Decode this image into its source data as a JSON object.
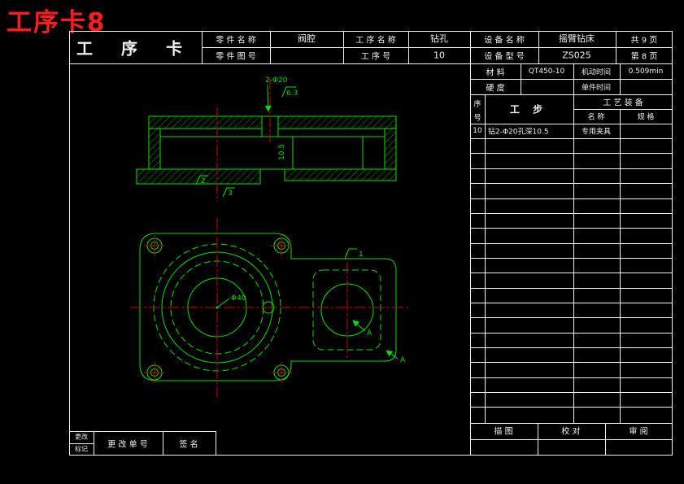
{
  "window": {
    "title": "工序卡8"
  },
  "colors": {
    "background": "#000000",
    "frame": "#f0f0f0",
    "drawing_geometry": "#00e000",
    "hatch": "#00a000",
    "centerline": "#d00000",
    "page_title": "#ff1c1c"
  },
  "title_block": {
    "card_title": "工  序  卡",
    "part_name": {
      "label": "零 件 名 称",
      "value": "阀腔"
    },
    "part_no": {
      "label": "零 件 图 号",
      "value": ""
    },
    "process_name": {
      "label": "工 序 名 称",
      "value": "钻孔"
    },
    "process_no": {
      "label": "工  序  号",
      "value": "10"
    },
    "equip_name": {
      "label": "设 备 名 称",
      "value": "摇臂钻床"
    },
    "equip_model": {
      "label": "设 备 型 号",
      "value": "ZS025"
    },
    "pages_total": "共 9 页",
    "page_current": "第 8 页"
  },
  "spec_rows": {
    "material": {
      "label": "材  料",
      "value": "QT450-10"
    },
    "machine_time": {
      "label": "机动时间",
      "value": "0.509min"
    },
    "hardness": {
      "label": "硬  度",
      "value": ""
    },
    "unit_time": {
      "label": "单件时间",
      "value": ""
    }
  },
  "steps_table": {
    "seq_label_top": "序",
    "seq_label_bottom": "号",
    "step_header": "工  步",
    "tooling_header": "工 艺 装 备",
    "tooling_name_header": "名  称",
    "tooling_spec_header": "规  格",
    "rows": [
      {
        "seq": "10",
        "step": "钻2-Φ20孔深10.5",
        "tooling_name": "专用夹具",
        "tooling_spec": ""
      }
    ]
  },
  "signature_block": {
    "tracing": "描  图",
    "proofread": "校  对",
    "review": "审  阅"
  },
  "revision_block": {
    "mark_top": "更改",
    "mark_bottom": "标记",
    "order_label": "更 改 单 号",
    "sign_label": "签  名"
  },
  "drawing": {
    "annotations": {
      "hole_callout": "2-Φ20",
      "roughness": "6.3",
      "depth": "10.5",
      "diameter": "Φ40",
      "datum1": "1",
      "datum2": "2",
      "datum3": "3",
      "section_a1": "A",
      "section_a2": "A"
    }
  }
}
